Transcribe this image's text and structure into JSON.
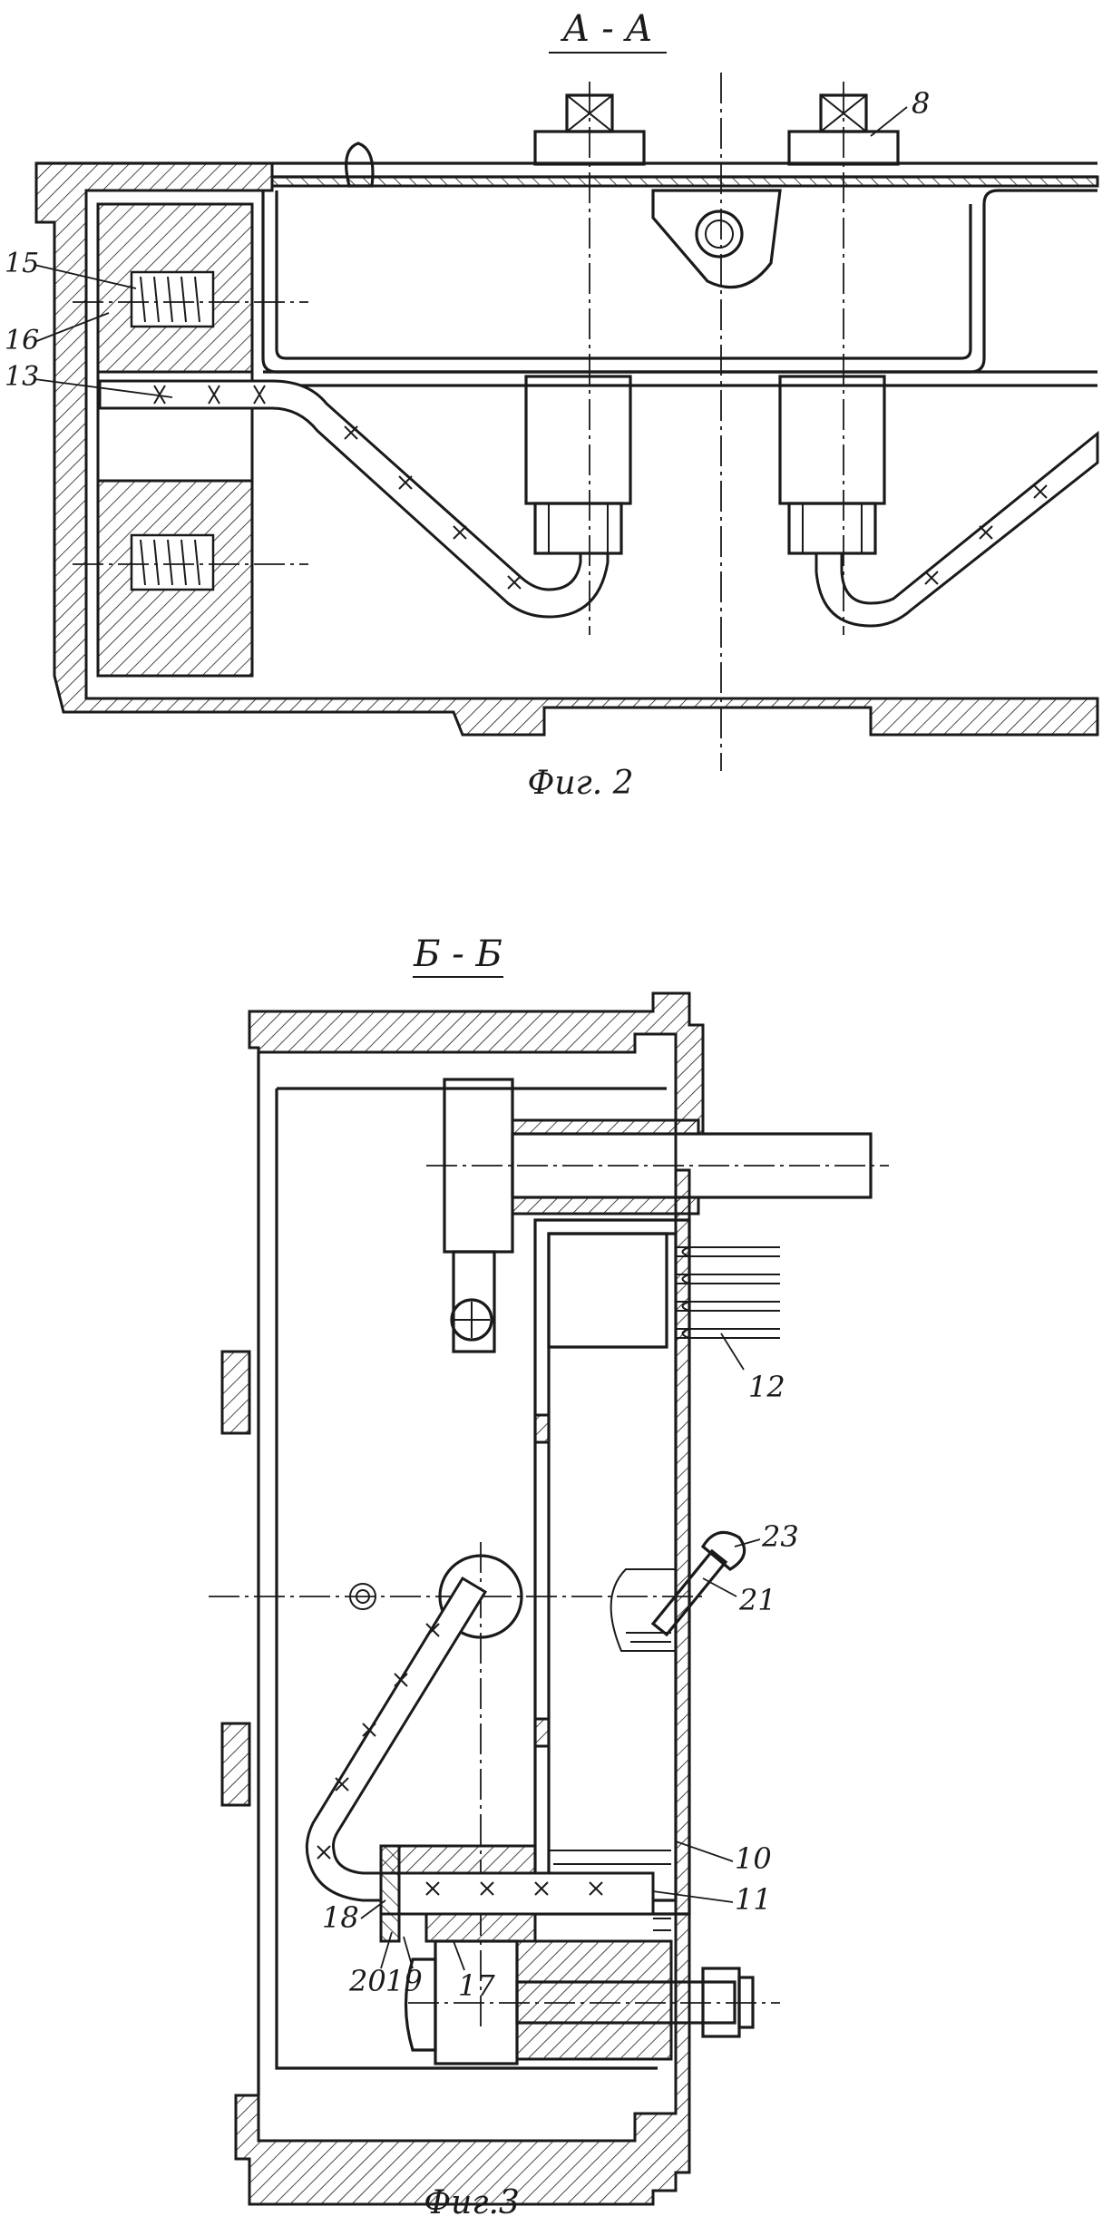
{
  "figure2": {
    "section_label": "А - А",
    "caption": "Фиг. 2",
    "callouts": [
      "8",
      "15",
      "16",
      "13"
    ]
  },
  "figure3": {
    "section_label": "Б - Б",
    "caption": "Фиг.3",
    "callouts": [
      "12",
      "23",
      "21",
      "10",
      "11",
      "18",
      "20",
      "19",
      "17"
    ]
  }
}
